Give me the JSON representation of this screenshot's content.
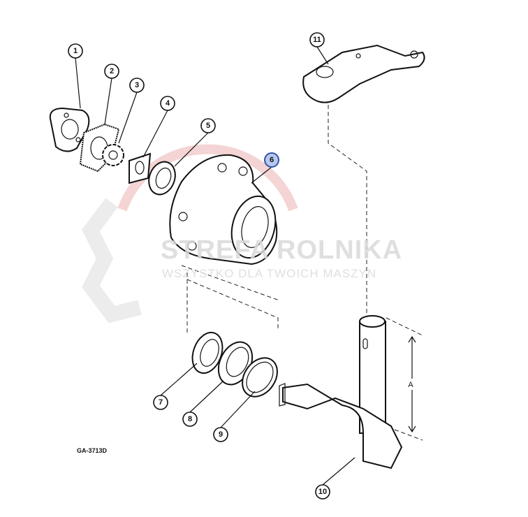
{
  "diagram": {
    "drawing_code": "GA-3713D",
    "dimension_label": "A",
    "highlight_color": "#b8c8ee",
    "watermark": {
      "title": "STREFA ROLNIKA",
      "subtitle": "WSZYSTKO DLA TWOICH MASZYN",
      "accent_color": "#f2c6c6"
    },
    "callouts": [
      {
        "number": "1"
      },
      {
        "number": "2"
      },
      {
        "number": "3"
      },
      {
        "number": "4"
      },
      {
        "number": "5"
      },
      {
        "number": "6",
        "highlighted": true
      },
      {
        "number": "7"
      },
      {
        "number": "8"
      },
      {
        "number": "9"
      },
      {
        "number": "10"
      },
      {
        "number": "11"
      }
    ]
  }
}
